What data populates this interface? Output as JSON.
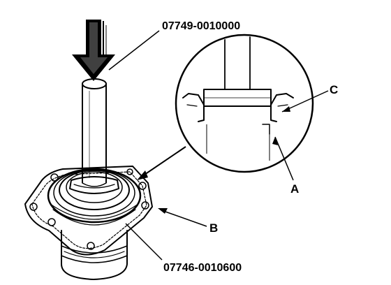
{
  "labels": {
    "tool_top": "07749-0010000",
    "tool_bottom": "07746-0010600",
    "callout_a": "A",
    "callout_b": "B",
    "callout_c": "C"
  }
}
